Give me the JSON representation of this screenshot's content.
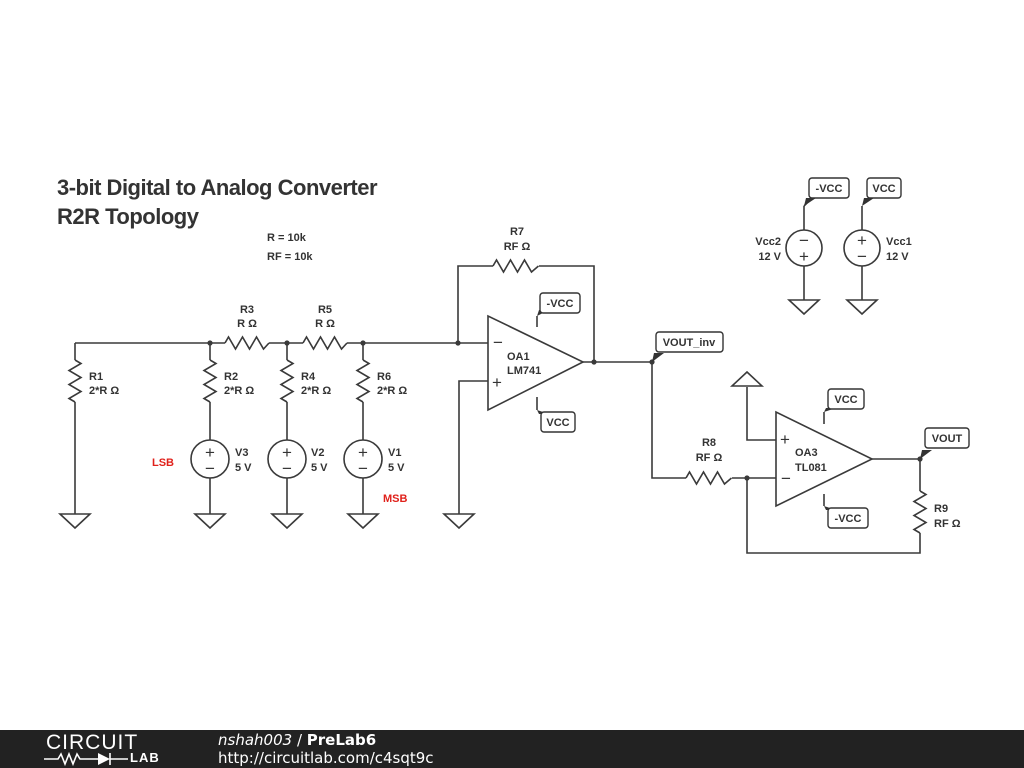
{
  "title": {
    "line1": "3-bit Digital to Analog Converter",
    "line2": "R2R Topology"
  },
  "notes": {
    "r_value": "R = 10k",
    "rf_value": "RF = 10k"
  },
  "annotations": {
    "lsb": "LSB",
    "msb": "MSB",
    "color": "#e0211b"
  },
  "resistors": {
    "R1": {
      "name": "R1",
      "value": "2*R Ω"
    },
    "R2": {
      "name": "R2",
      "value": "2*R Ω"
    },
    "R3": {
      "name": "R3",
      "value": "R Ω"
    },
    "R4": {
      "name": "R4",
      "value": "2*R Ω"
    },
    "R5": {
      "name": "R5",
      "value": "R Ω"
    },
    "R6": {
      "name": "R6",
      "value": "2*R Ω"
    },
    "R7": {
      "name": "R7",
      "value": "RF Ω"
    },
    "R8": {
      "name": "R8",
      "value": "RF Ω"
    },
    "R9": {
      "name": "R9",
      "value": "RF Ω"
    }
  },
  "sources": {
    "V1": {
      "name": "V1",
      "value": "5 V"
    },
    "V2": {
      "name": "V2",
      "value": "5 V"
    },
    "V3": {
      "name": "V3",
      "value": "5 V"
    },
    "Vcc1": {
      "name": "Vcc1",
      "value": "12 V"
    },
    "Vcc2": {
      "name": "Vcc2",
      "value": "12 V"
    }
  },
  "opamps": {
    "OA1": {
      "name": "OA1",
      "model": "LM741"
    },
    "OA3": {
      "name": "OA3",
      "model": "TL081"
    }
  },
  "net_labels": {
    "vcc": "VCC",
    "neg_vcc": "-VCC",
    "vout_inv": "VOUT_inv",
    "vout": "VOUT"
  },
  "footer": {
    "logo_top": "CIRCUIT",
    "logo_bottom": "LAB",
    "user": "nshah003",
    "separator": " / ",
    "project": "PreLab6",
    "url": "http://circuitlab.com/c4sqt9c",
    "background": "#222222"
  }
}
